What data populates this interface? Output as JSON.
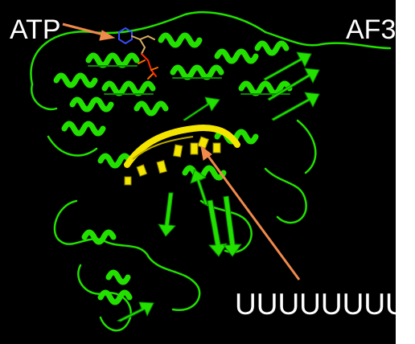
{
  "labels": {
    "ligand": "ATP",
    "model": "AF3",
    "rna": "UUUUUUUU"
  },
  "colors": {
    "background": "#000000",
    "protein": "#22e000",
    "protein_dark": "#0a8a00",
    "rna": "#f5e600",
    "arrow": "#f08a4b",
    "ligand_carbon": "#d8b060",
    "ligand_nitrogen": "#3a4dff",
    "ligand_oxygen": "#ff2a00",
    "label_text": "#ffffff"
  }
}
